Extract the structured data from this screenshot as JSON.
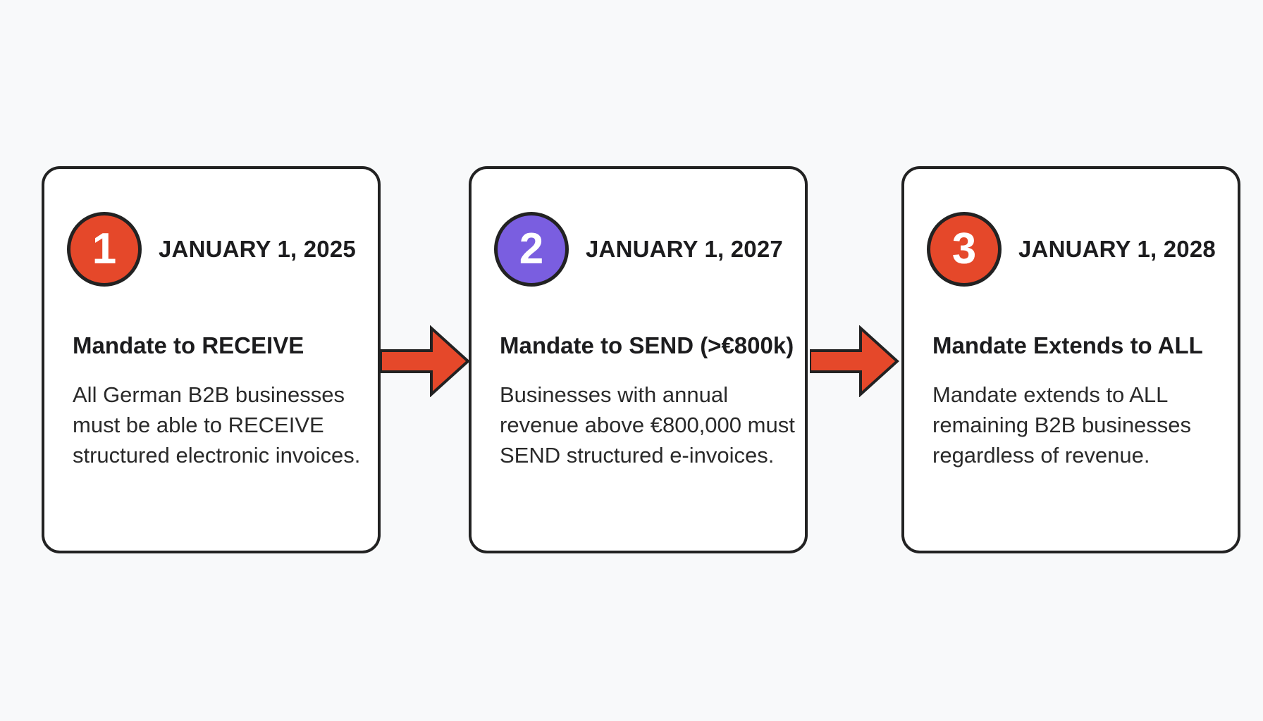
{
  "colors": {
    "step_1": "#e5482a",
    "step_2": "#7a5ee0",
    "step_3": "#e5482a",
    "arrow": "#e5482a"
  },
  "steps": [
    {
      "number": "1",
      "date": "JANUARY 1, 2025",
      "heading": "Mandate to RECEIVE",
      "body": "All German B2B businesses must be able to RECEIVE structured electronic invoices."
    },
    {
      "number": "2",
      "date": "JANUARY 1, 2027",
      "heading": "Mandate to SEND (>€800k)",
      "body": "Businesses with annual revenue above €800,000 must SEND structured e-invoices."
    },
    {
      "number": "3",
      "date": "JANUARY 1, 2028",
      "heading": "Mandate Extends to ALL",
      "body": "Mandate extends to ALL remaining B2B businesses regardless of revenue."
    }
  ]
}
